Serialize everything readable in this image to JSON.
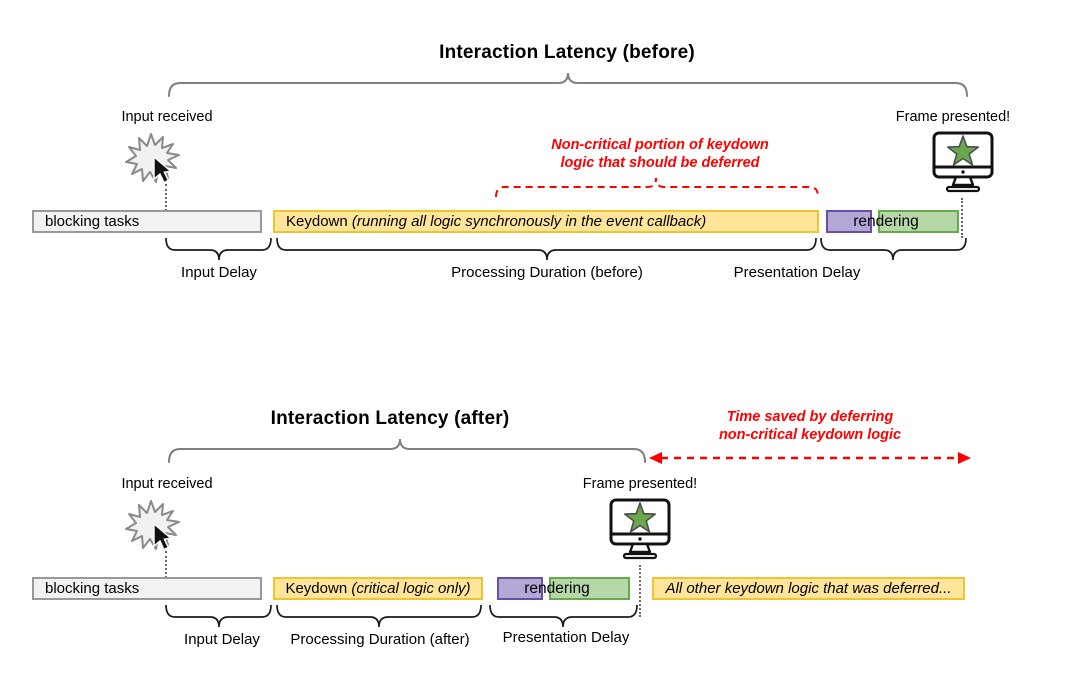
{
  "colors": {
    "annotation_red": "#ff0000",
    "task_yellow_fill": "#ffe599",
    "task_yellow_border": "#f1c232",
    "purple_fill": "#b4a7d6",
    "purple_border": "#674ea7",
    "green_fill": "#b6d7a8",
    "green_border": "#6aa84f",
    "gray_fill": "#f2f2f2",
    "gray_border": "#999999",
    "star_green": "#6aa84f"
  },
  "before": {
    "title": "Interaction Latency (before)",
    "input_received": "Input received",
    "frame_presented": "Frame presented!",
    "annotation_line1": "Non-critical portion of keydown",
    "annotation_line2": "logic that should be deferred",
    "bars": {
      "blocking": "blocking tasks",
      "keydown_prefix": "Keydown ",
      "keydown_italic": "(running all logic synchronously in the event callback)",
      "rendering": "rendering"
    },
    "labels": {
      "input_delay": "Input Delay",
      "processing": "Processing Duration (before)",
      "presentation": "Presentation Delay"
    }
  },
  "after": {
    "title": "Interaction Latency (after)",
    "input_received": "Input received",
    "frame_presented": "Frame presented!",
    "annotation_line1": "Time saved by deferring",
    "annotation_line2": "non-critical keydown logic",
    "bars": {
      "blocking": "blocking tasks",
      "keydown_prefix": "Keydown ",
      "keydown_italic": "(critical logic only)",
      "rendering": "rendering",
      "deferred": "All other keydown logic that was deferred..."
    },
    "labels": {
      "input_delay": "Input Delay",
      "processing": "Processing Duration (after)",
      "presentation": "Presentation Delay"
    }
  }
}
